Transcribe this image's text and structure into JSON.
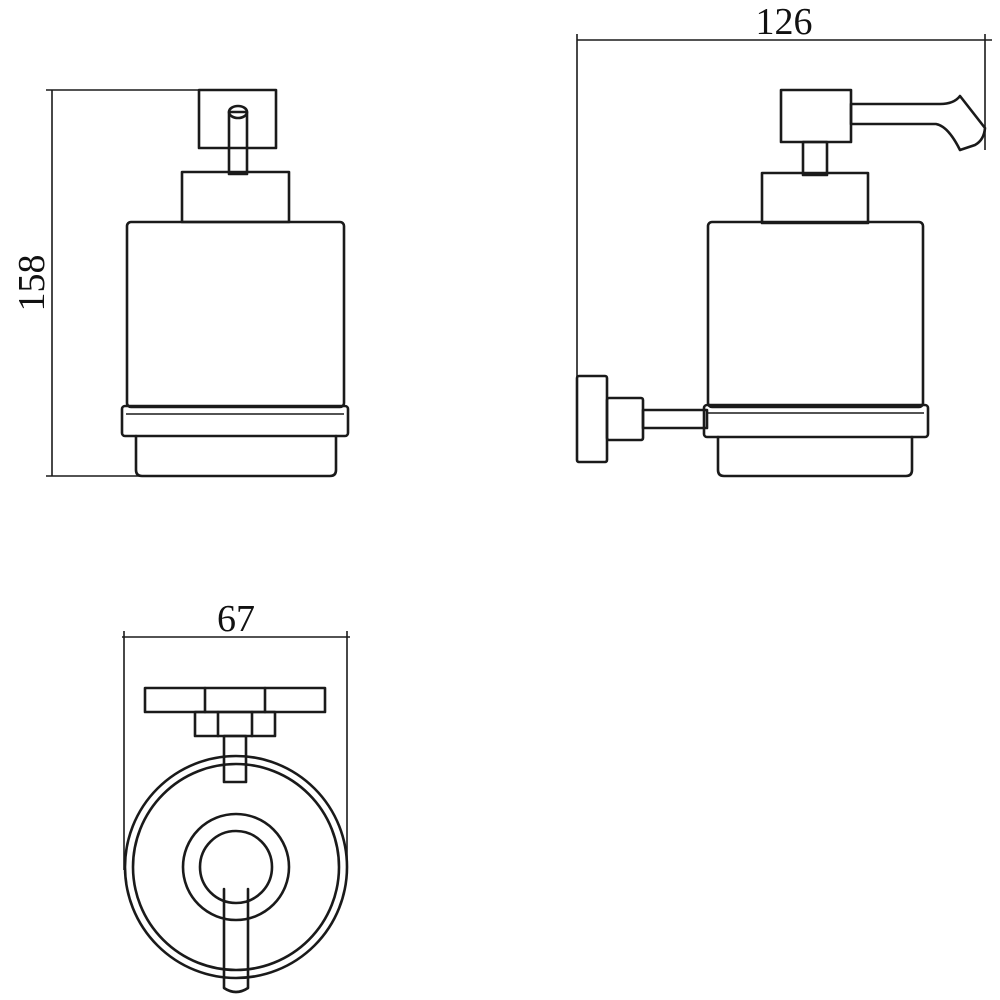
{
  "dimensions": {
    "height": "158",
    "depth": "126",
    "width": "67"
  },
  "colors": {
    "line": "#1a1a1a",
    "background": "#ffffff"
  }
}
